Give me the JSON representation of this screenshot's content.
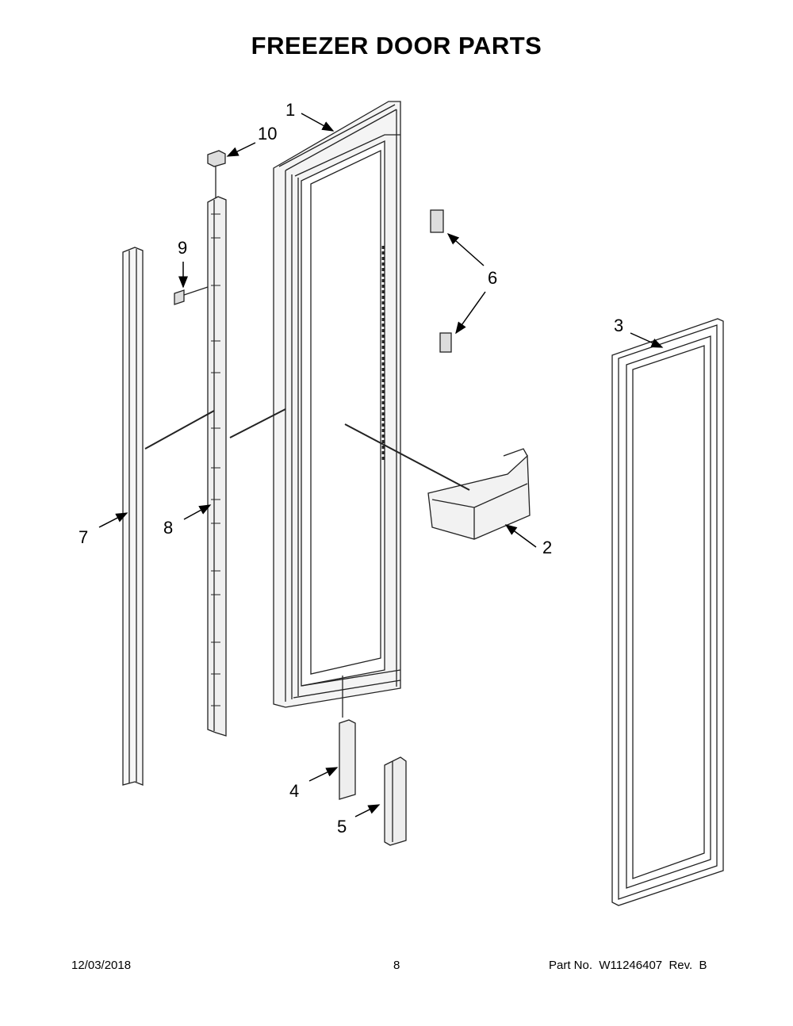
{
  "title": "FREEZER DOOR PARTS",
  "callouts": {
    "c1": "1",
    "c2": "2",
    "c3": "3",
    "c4": "4",
    "c5": "5",
    "c6": "6",
    "c7": "7",
    "c8": "8",
    "c9": "9",
    "c10": "10"
  },
  "footer": {
    "date": "12/03/2018",
    "page": "8",
    "part_no": "Part No.  W11246407  Rev.  B"
  }
}
